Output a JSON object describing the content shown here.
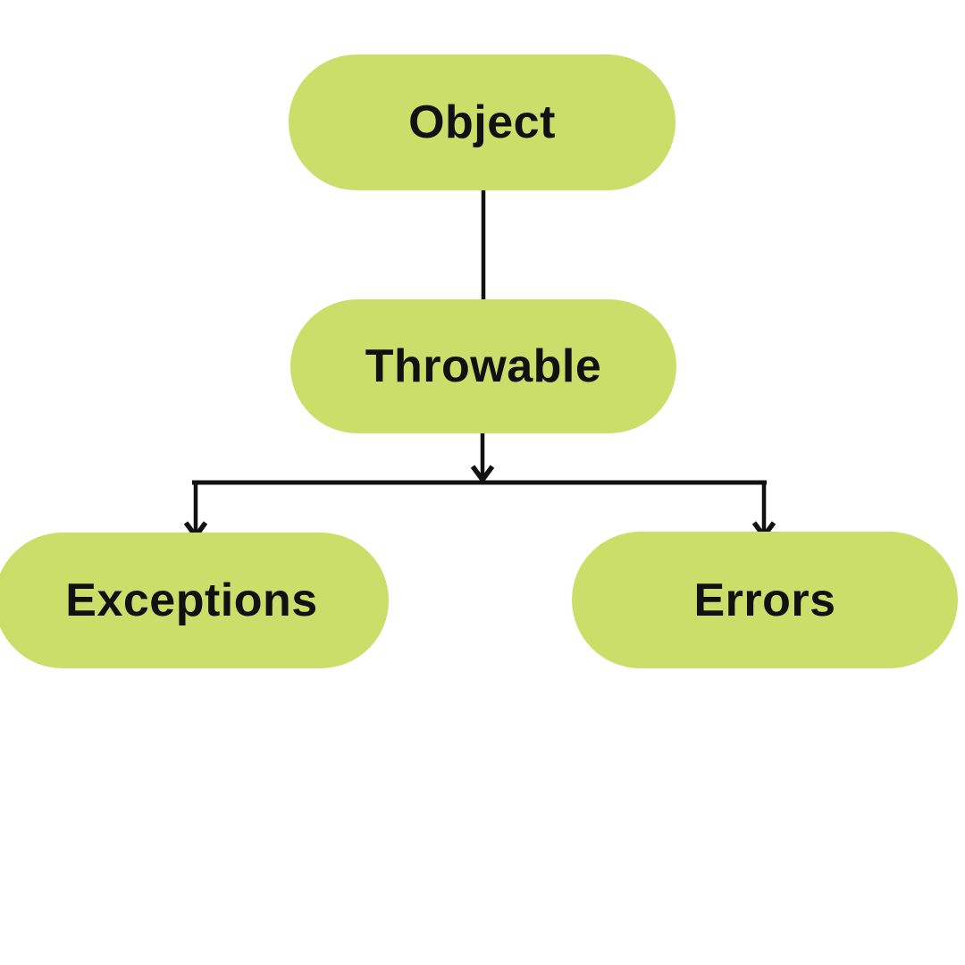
{
  "diagram": {
    "type": "flowchart",
    "topic": "Throwable hierarchy",
    "background": "#ffffff",
    "node_fill": "#cbde6a",
    "text_color": "#111111",
    "connector_color": "#111111",
    "nodes": [
      {
        "id": "object",
        "label": "Object"
      },
      {
        "id": "throwable",
        "label": "Throwable"
      },
      {
        "id": "exceptions",
        "label": "Exceptions"
      },
      {
        "id": "errors",
        "label": "Errors"
      }
    ],
    "edges": [
      {
        "from": "object",
        "to": "throwable"
      },
      {
        "from": "throwable",
        "to": "exceptions"
      },
      {
        "from": "throwable",
        "to": "errors"
      }
    ]
  }
}
